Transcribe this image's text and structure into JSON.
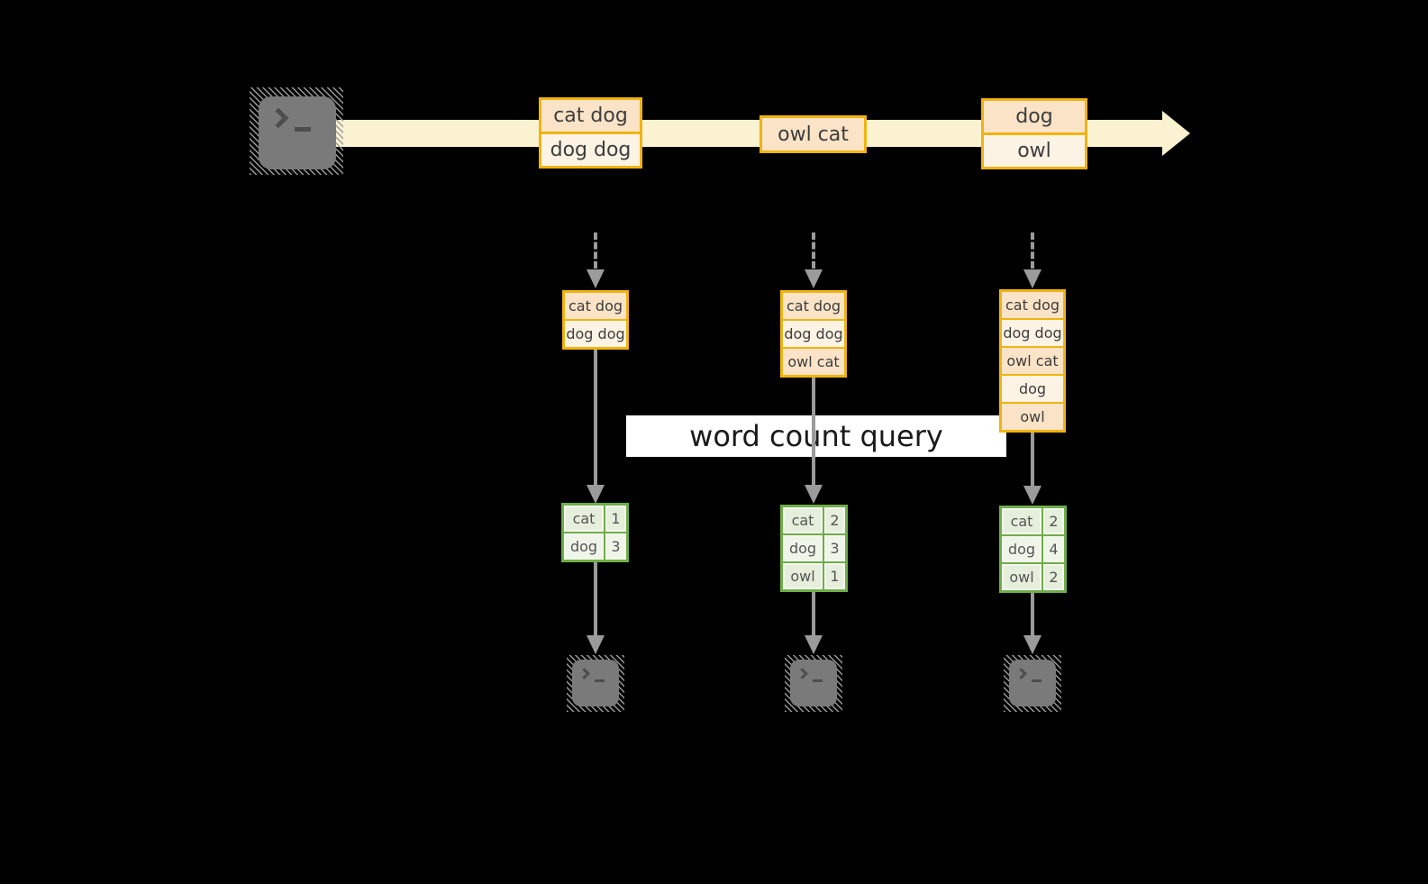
{
  "stream": {
    "source_icon": "terminal",
    "batches": [
      {
        "rows": [
          "cat dog",
          "dog dog"
        ]
      },
      {
        "rows": [
          "owl cat"
        ]
      },
      {
        "rows": [
          "dog",
          "owl"
        ]
      }
    ]
  },
  "query": {
    "label": "word count query"
  },
  "micro_batches": [
    {
      "state_rows": [
        "cat dog",
        "dog dog"
      ],
      "counts": [
        {
          "word": "cat",
          "count": "1"
        },
        {
          "word": "dog",
          "count": "3"
        }
      ]
    },
    {
      "state_rows": [
        "cat dog",
        "dog dog",
        "owl cat"
      ],
      "counts": [
        {
          "word": "cat",
          "count": "2"
        },
        {
          "word": "dog",
          "count": "3"
        },
        {
          "word": "owl",
          "count": "1"
        }
      ]
    },
    {
      "state_rows": [
        "cat dog",
        "dog dog",
        "owl cat",
        "dog",
        "owl"
      ],
      "counts": [
        {
          "word": "cat",
          "count": "2"
        },
        {
          "word": "dog",
          "count": "4"
        },
        {
          "word": "owl",
          "count": "2"
        }
      ]
    }
  ],
  "colors": {
    "background": "#000000",
    "stream_band": "#faf2d1",
    "box_border": "#f0b310",
    "box_fill_dark": "#fae3c6",
    "box_fill_light": "#fdf3e4",
    "table_border": "#6fad49",
    "table_fill_dark": "#e6eedc",
    "table_fill_light": "#f0f5ea",
    "arrow_gray": "#9b9b9b",
    "terminal_gray": "#7a7a7a",
    "banner_bg": "#ffffff"
  }
}
